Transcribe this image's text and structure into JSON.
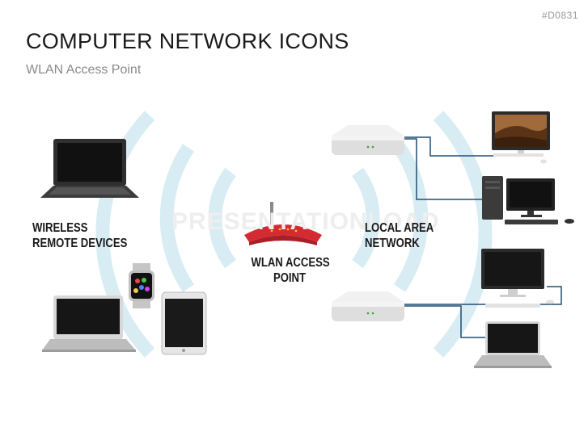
{
  "header": {
    "code": "#D0831",
    "title": "COMPUTER NETWORK ICONS",
    "subtitle": "WLAN Access Point"
  },
  "labels": {
    "wireless": [
      "WIRELESS",
      "REMOTE DEVICES"
    ],
    "access_point": [
      "WLAN ACCESS",
      "POINT"
    ],
    "lan": [
      "LOCAL AREA",
      "NETWORK"
    ]
  },
  "watermark": "PRESENTATIONLOAD",
  "colors": {
    "wave": "#d8ecf3",
    "router_red": "#d42b32",
    "cable": "#1f4f73",
    "device_dark": "#3a3a3a",
    "screen": "#1e1e1e"
  }
}
